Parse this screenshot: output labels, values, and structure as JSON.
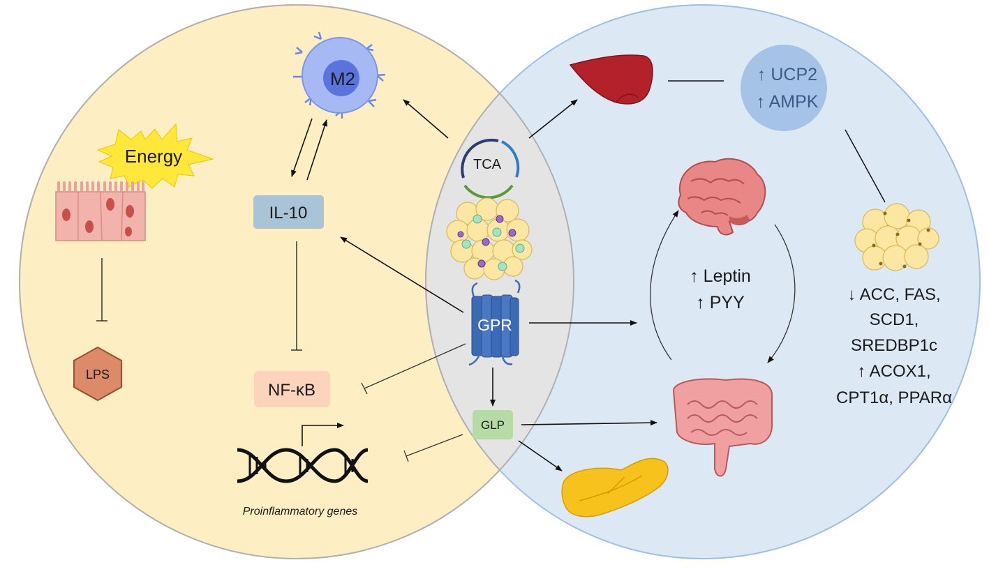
{
  "labels": {
    "m2": "M2",
    "energy": "Energy",
    "il10": "IL-10",
    "lps": "LPS",
    "nfkb": "NF-κB",
    "proinflammatory_genes": "Proinflammatory genes",
    "tca": "TCA",
    "gpr": "GPR",
    "glp": "GLP",
    "ucp2": "↑ UCP2",
    "ampk": "↑ AMPK",
    "leptin": "↑ Leptin",
    "pyy": "↑ PYY",
    "adipose_down_line1": "↓ ACC, FAS,",
    "adipose_down_line2": "SCD1,",
    "adipose_down_line3": "SREDBP1c",
    "adipose_up_line1": "↑ ACOX1,",
    "adipose_up_line2": "CPT1α, PPARα"
  },
  "colors": {
    "left_circle": "#fdefc3",
    "right_circle": "#dde8f5",
    "overlap": "#e4e4e4",
    "m2_cell": "#a7b9f5",
    "il10_box": "#a9c4d6",
    "nfkb_box": "#fcd3bb",
    "lps_hex": "#dd8a6a",
    "gpr_receptor": "#3c6ab6",
    "glp_box": "#b6dba4",
    "ucp2_circle": "#a5c3e6",
    "liver": "#b3222a",
    "pancreas": "#f7c21c"
  }
}
